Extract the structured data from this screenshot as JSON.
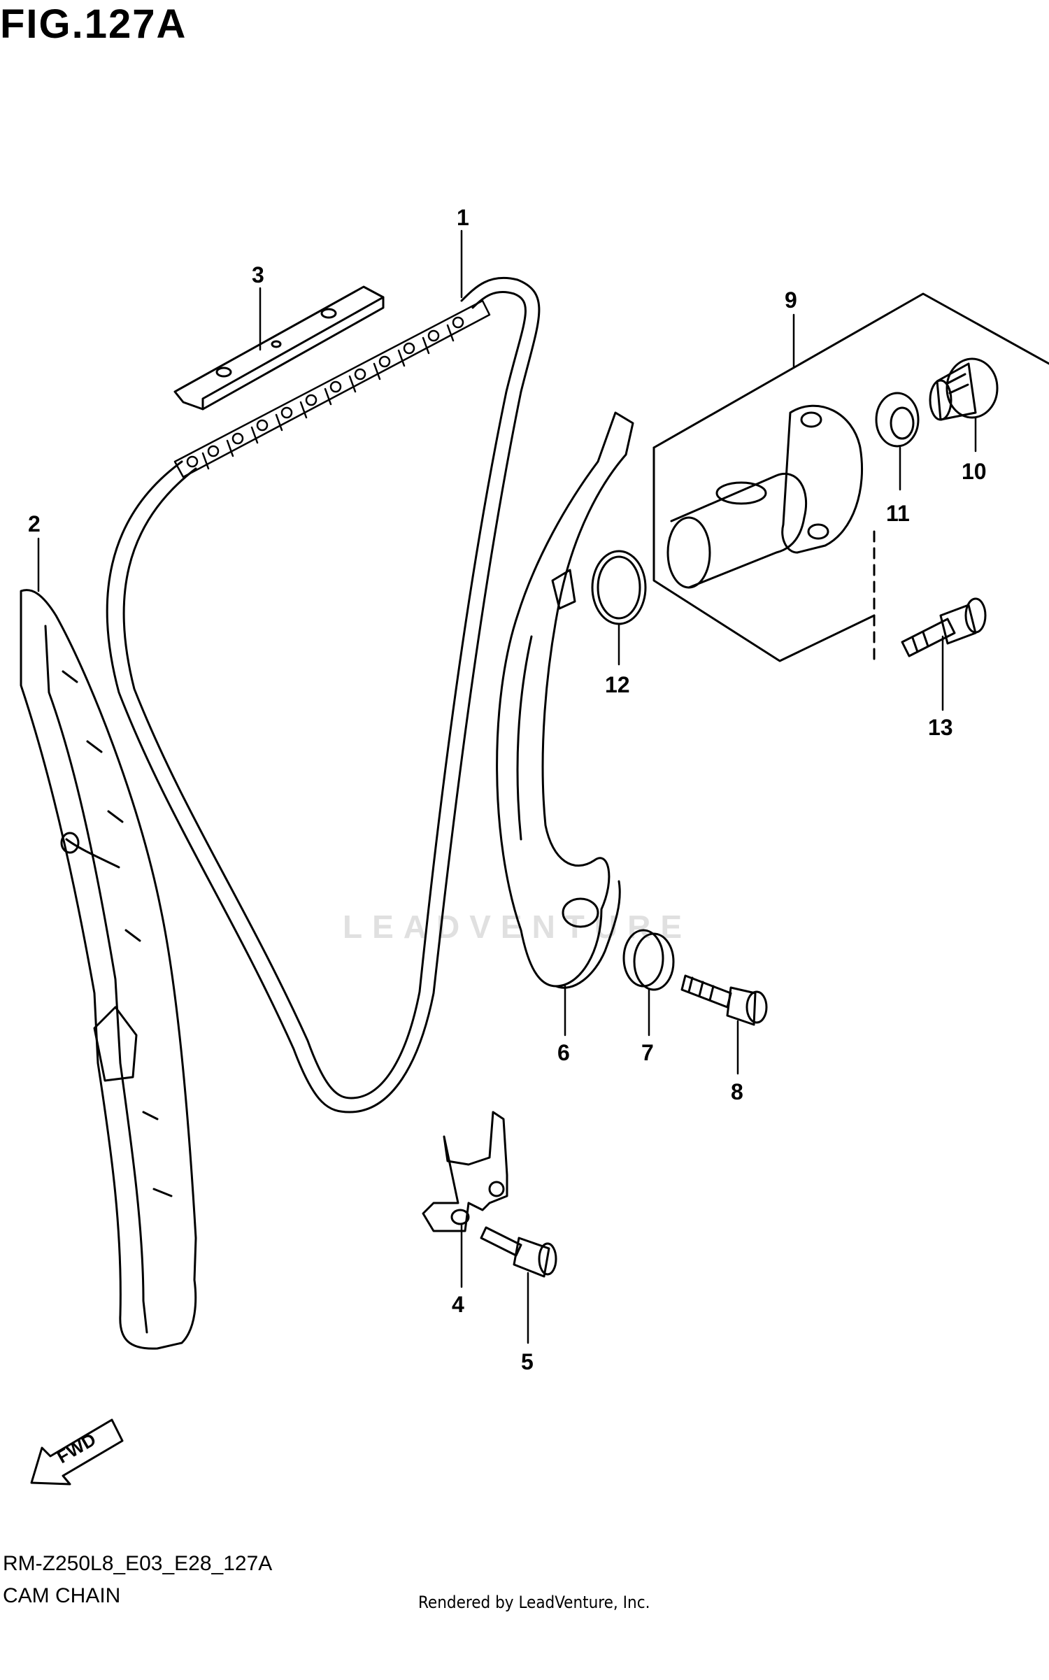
{
  "figure": {
    "title": "FIG.127A",
    "watermark": "LEADVENTURE"
  },
  "callouts": [
    {
      "id": "1",
      "label": "1"
    },
    {
      "id": "2",
      "label": "2"
    },
    {
      "id": "3",
      "label": "3"
    },
    {
      "id": "4",
      "label": "4"
    },
    {
      "id": "5",
      "label": "5"
    },
    {
      "id": "6",
      "label": "6"
    },
    {
      "id": "7",
      "label": "7"
    },
    {
      "id": "8",
      "label": "8"
    },
    {
      "id": "9",
      "label": "9"
    },
    {
      "id": "10",
      "label": "10"
    },
    {
      "id": "11",
      "label": "11"
    },
    {
      "id": "12",
      "label": "12"
    },
    {
      "id": "13",
      "label": "13"
    }
  ],
  "fwd_indicator": {
    "label": "FWD"
  },
  "footer": {
    "code": "RM-Z250L8_E03_E28_127A",
    "name": "CAM CHAIN",
    "rendered_by": "Rendered by LeadVenture, Inc."
  }
}
